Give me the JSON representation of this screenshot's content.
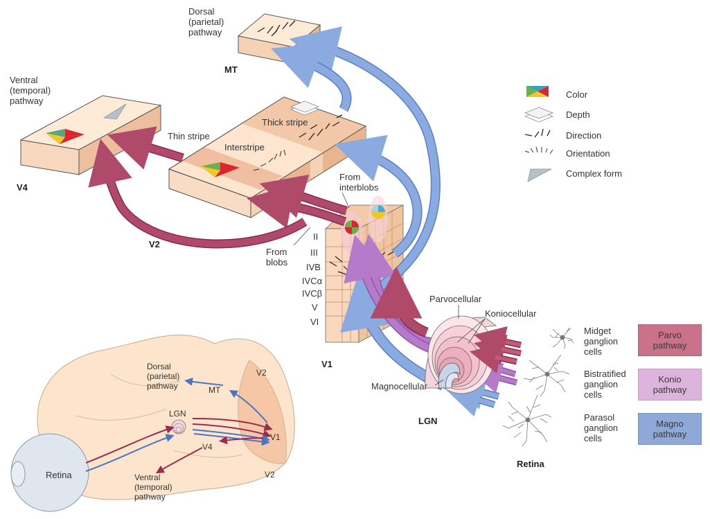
{
  "colors": {
    "parvo": "#b04a6a",
    "konio": "#b57ac9",
    "magno": "#8aaae0",
    "tissue": "#fbe3cc",
    "tissue_dark": "#e6b08c"
  },
  "labels": {
    "dorsal_top": [
      "Dorsal",
      "(parietal)",
      "pathway"
    ],
    "mt": "MT",
    "ventral_top": [
      "Ventral",
      "(temporal)",
      "pathway"
    ],
    "v4": "V4",
    "v2": "V2",
    "thin_stripe": "Thin stripe",
    "thick_stripe": "Thick stripe",
    "interstripe": "Interstripe",
    "from_interblobs": [
      "From",
      "interblobs"
    ],
    "from_blobs": [
      "From",
      "blobs"
    ],
    "layers": [
      "II",
      "III",
      "IVB",
      "IVCα",
      "IVCβ",
      "V",
      "VI"
    ],
    "v1": "V1",
    "lgn": "LGN",
    "parvocellular": "Parvocellular",
    "koniocellular": "Koniocellular",
    "magnocellular": "Magnocellular",
    "retina": "Retina"
  },
  "legend": [
    {
      "icon": "color-icon",
      "label": "Color"
    },
    {
      "icon": "depth-icon",
      "label": "Depth"
    },
    {
      "icon": "direction-icon",
      "label": "Direction"
    },
    {
      "icon": "orientation-icon",
      "label": "Orientation"
    },
    {
      "icon": "complex-form-icon",
      "label": "Complex form"
    }
  ],
  "ganglion_cells": [
    [
      "Midget",
      "ganglion",
      "cells"
    ],
    [
      "Bistratified",
      "ganglion",
      "cells"
    ],
    [
      "Parasol",
      "ganglion",
      "cells"
    ]
  ],
  "pathway_boxes": [
    [
      "Parvo",
      "pathway"
    ],
    [
      "Konio",
      "pathway"
    ],
    [
      "Magno",
      "pathway"
    ]
  ],
  "brain": {
    "dorsal": [
      "Dorsal",
      "(parietal)",
      "pathway"
    ],
    "ventral": [
      "Ventral",
      "(temporal)",
      "pathway"
    ],
    "mt": "MT",
    "v2_top": "V2",
    "v2_bottom": "V2",
    "lgn": "LGN",
    "v1": "V1",
    "v4": "V4",
    "retina": "Retina"
  }
}
